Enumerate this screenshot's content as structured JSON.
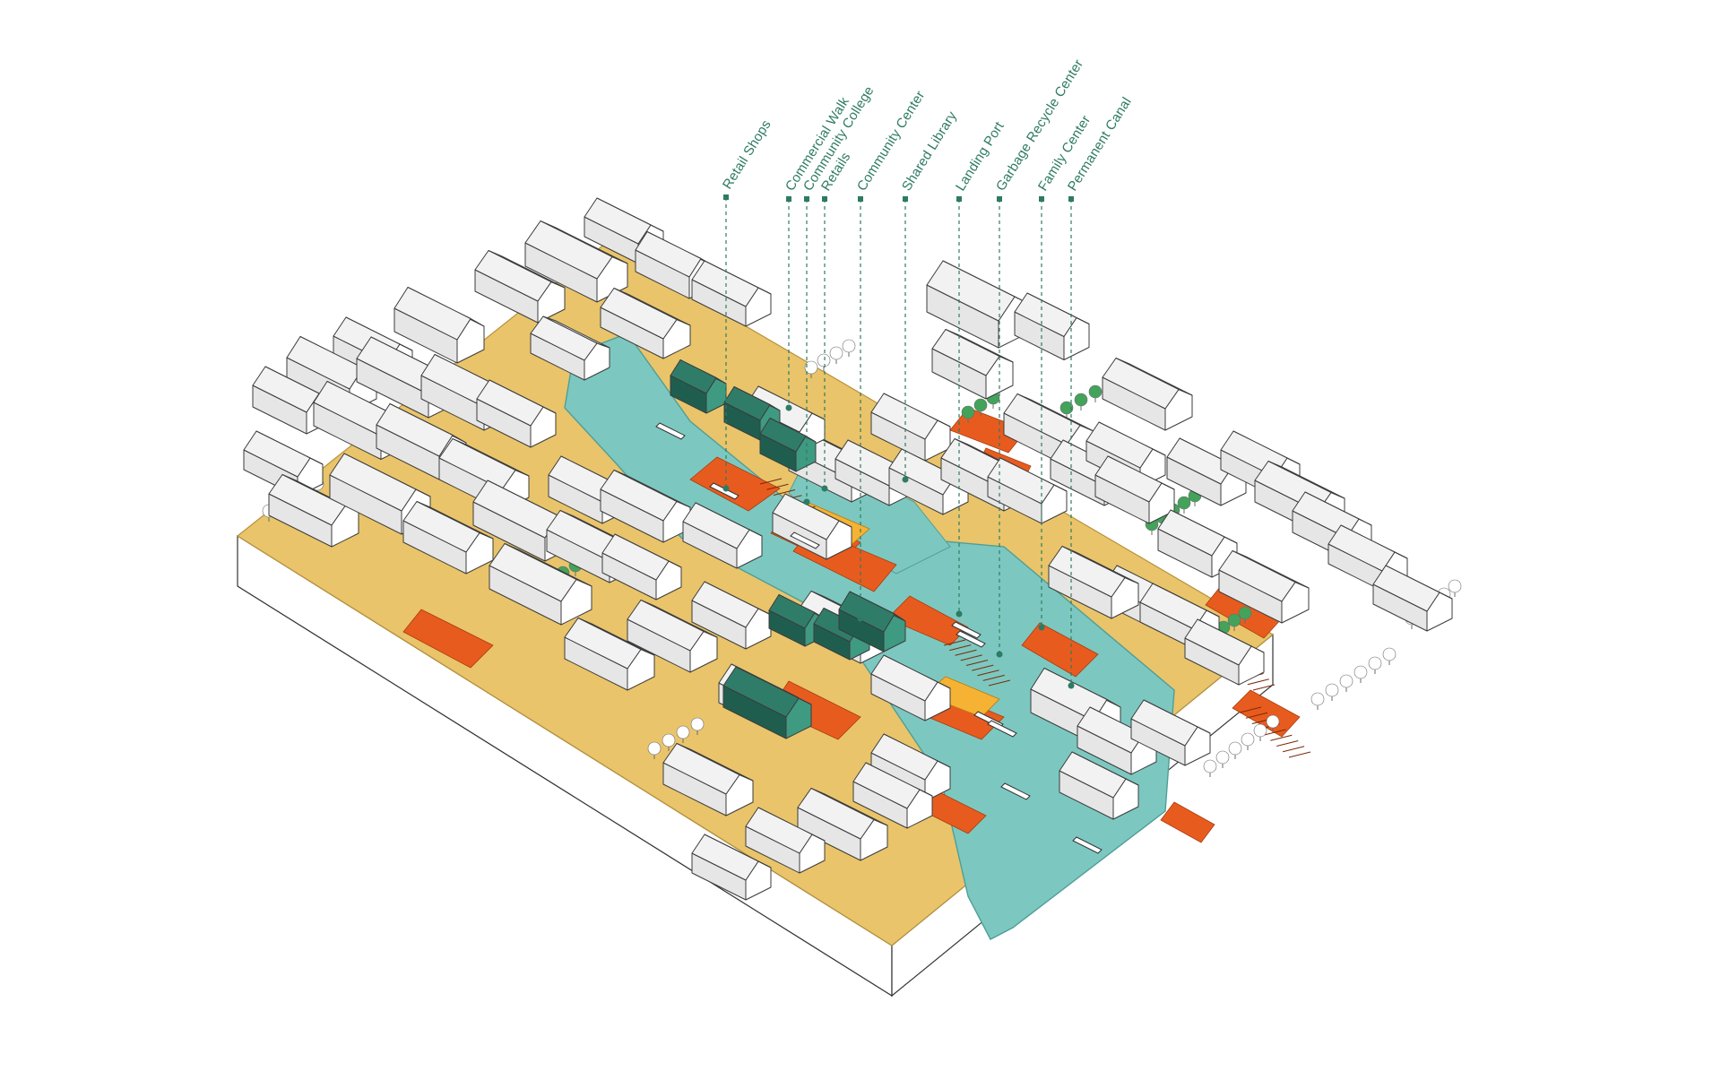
{
  "colors": {
    "water": "#7cc8c0",
    "water_edge": "#4f9e98",
    "ground": "#e9c46a",
    "ground_edge": "#b8923a",
    "side": "#ffffff",
    "roof_light": "#f2f2f2",
    "roof_mid": "#dcdcdc",
    "wall": "#ffffff",
    "public_roof": "#2f7d69",
    "public_dark": "#1f5e4f",
    "public_wall": "#3f9a82",
    "deck": "#e85b1e",
    "deck_light": "#f6b233",
    "label": "#2e7b64",
    "tree_canopy": "#ffffff",
    "tree_green": "#43a35a"
  },
  "labels": [
    {
      "id": "retail-shops",
      "text": "Retail Shops"
    },
    {
      "id": "commercial-walk",
      "text": "Commercial Walk"
    },
    {
      "id": "community-college",
      "text": "Community College"
    },
    {
      "id": "retails",
      "text": "Retails"
    },
    {
      "id": "community-center",
      "text": "Community Center"
    },
    {
      "id": "shared-library",
      "text": "Shared Library"
    },
    {
      "id": "landing-port",
      "text": "Landing Port"
    },
    {
      "id": "garbage-recycle-center",
      "text": "Garbage Recycle Center"
    },
    {
      "id": "family-center",
      "text": "Family Center"
    },
    {
      "id": "permanent-canal",
      "text": "Permanent Canal"
    }
  ]
}
